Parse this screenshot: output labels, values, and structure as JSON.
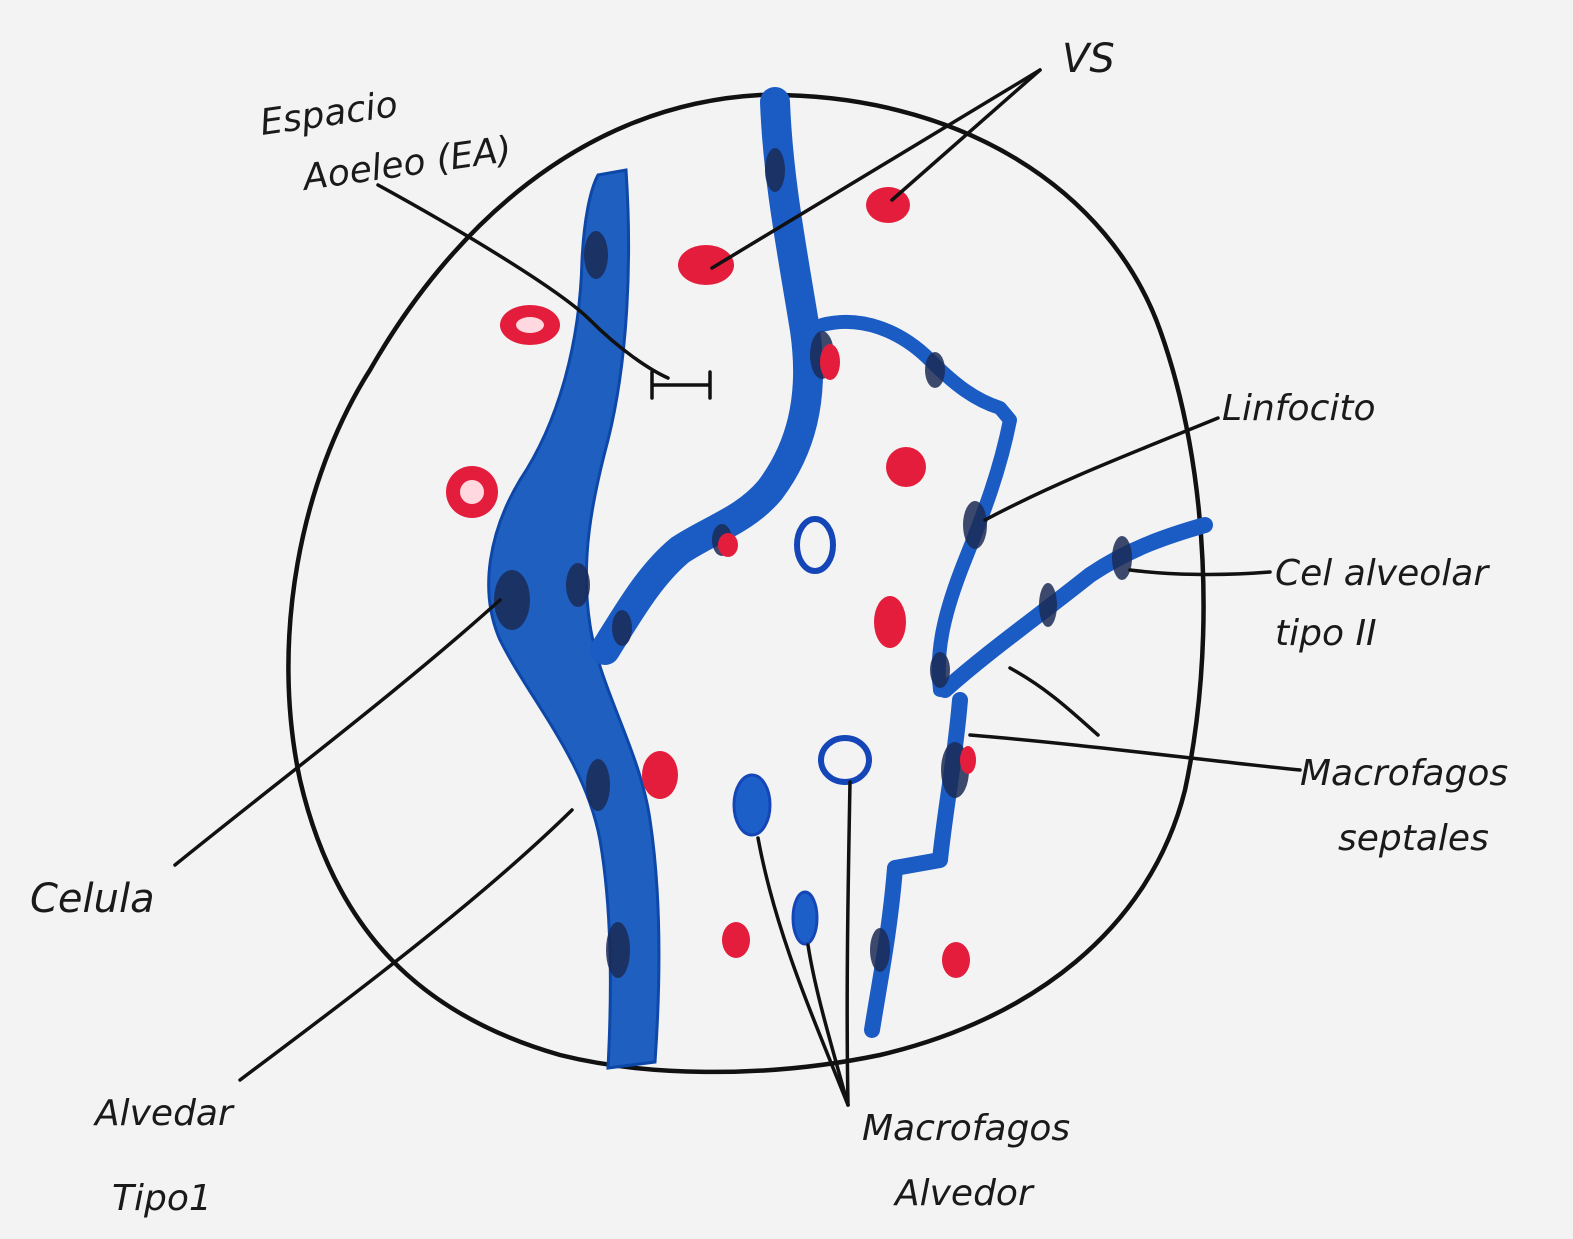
{
  "labels": {
    "vs": "VS",
    "espacio_line1": "Espacio",
    "espacio_line2": "Aoeleo (EA)",
    "linfocito": "Linfocito",
    "cel_alveolar_line1": "Cel alveolar",
    "cel_alveolar_line2": "tipo II",
    "macrofagos_septales_line1": "Macrofagos",
    "macrofagos_septales_line2": "septales",
    "celula": "Celula",
    "alveolar_tipo1_line1": "Alvedar",
    "alveolar_tipo1_line2": "Tipo1",
    "macrofagos_alveolar_line1": "Macrofagos",
    "macrofagos_alveolar_line2": "Alvedor"
  },
  "colors": {
    "paper": "#f4f3f4",
    "ink": "#111111",
    "septal_wall": "#1e5fc0",
    "nucleus": "#1b2a55",
    "red_blood_cell": "#e51d3c"
  }
}
